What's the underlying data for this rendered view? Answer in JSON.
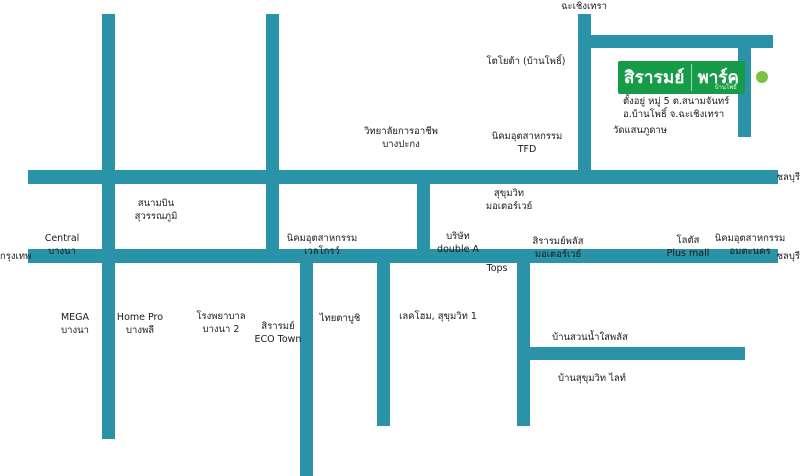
{
  "project": {
    "logo_name": "สิรารมย์",
    "logo_park": "พาร์ค",
    "logo_sub": "บ้านโพธิ์",
    "address_line1": "ตั้งอยู่ หมู่ 5 ต.สนามจันทร์",
    "address_line2": "อ.บ้านโพธิ์ จ.ฉะเชิงเทรา",
    "brand_color": "#169b48",
    "leaf_color": "#7cc242"
  },
  "road_color": "#2a93a8",
  "road_labels": {
    "chachoengsao": "ฉะเชิงเทรา",
    "chonburi_top": "ชลบุรี",
    "chonburi_bottom": "ชลบุรี",
    "bangkok": "กรุงเทพ"
  },
  "landmarks": [
    {
      "id": "toyota",
      "lines": [
        "โตโยต้า (บ้านโพธิ์)"
      ]
    },
    {
      "id": "wat-saen",
      "lines": [
        "วัดแสนภูดาษ"
      ]
    },
    {
      "id": "college",
      "lines": [
        "วิทยาลัยการอาชีพ",
        "บางปะกง"
      ]
    },
    {
      "id": "tfd",
      "lines": [
        "นิคมอุตสาหกรรม",
        "TFD"
      ]
    },
    {
      "id": "airport",
      "lines": [
        "สนามบิน",
        "สุวรรณภูมิ"
      ]
    },
    {
      "id": "sukhumvit-motorway",
      "lines": [
        "สุขุมวิท",
        "มอเตอร์เวย์"
      ]
    },
    {
      "id": "central",
      "lines": [
        "Central",
        "บางนา"
      ]
    },
    {
      "id": "wellgrow",
      "lines": [
        "นิคมอุตสาหกรรม",
        "เวลโกรว์"
      ]
    },
    {
      "id": "double-a",
      "lines": [
        "บริษัท",
        "double A"
      ]
    },
    {
      "id": "siraromplus",
      "lines": [
        "สิรารมย์พลัส",
        "มอเตอร์เวย์"
      ]
    },
    {
      "id": "lotus",
      "lines": [
        "โลตัส",
        "Plus mall"
      ]
    },
    {
      "id": "amata",
      "lines": [
        "นิคมอุตสาหกรรม",
        "อมตะนคร"
      ]
    },
    {
      "id": "tops",
      "lines": [
        "Tops"
      ]
    },
    {
      "id": "mega",
      "lines": [
        "MEGA",
        "บางนา"
      ]
    },
    {
      "id": "homepro",
      "lines": [
        "Home Pro",
        "บางพลี"
      ]
    },
    {
      "id": "hospital",
      "lines": [
        "โรงพยาบาล",
        "บางนา 2"
      ]
    },
    {
      "id": "eco-town",
      "lines": [
        "สิรารมย์",
        "ECO Town"
      ]
    },
    {
      "id": "thai-tachu",
      "lines": [
        "ไทยตาบูชิ"
      ]
    },
    {
      "id": "lakehome",
      "lines": [
        "เลคโฮม, สุขุมวิท 1"
      ]
    },
    {
      "id": "baan-suan",
      "lines": [
        "บ้านสวนน้ำใสพลัส"
      ]
    },
    {
      "id": "baan-sukhumvit",
      "lines": [
        "บ้านสุขุมวิท ไลท์"
      ]
    }
  ]
}
